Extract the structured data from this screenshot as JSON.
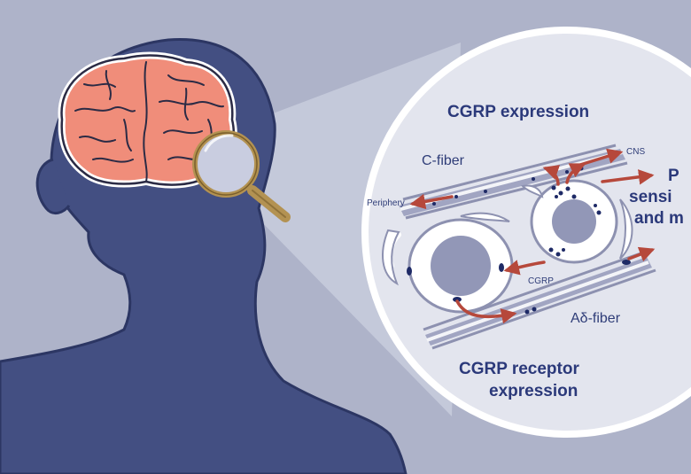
{
  "labels": {
    "cgrp_expression": "CGRP expression",
    "c_fiber": "C-fiber",
    "cns": "CNS",
    "periphery": "Periphery",
    "cgrp": "CGRP",
    "a_delta_fiber": "Aδ-fiber",
    "receptor_line1": "CGRP receptor",
    "receptor_line2": "expression",
    "cut_line1": "P",
    "cut_line2": "sensi",
    "cut_line3": "and m"
  },
  "colors": {
    "background": "#aeb3c9",
    "silhouette": "#434f82",
    "brain": "#f08d7a",
    "text": "#2b397a",
    "arrow": "#b6483b",
    "magnifier": "#b39252"
  },
  "icons": [
    "human-head-silhouette",
    "brain-icon",
    "magnifying-glass-icon"
  ]
}
